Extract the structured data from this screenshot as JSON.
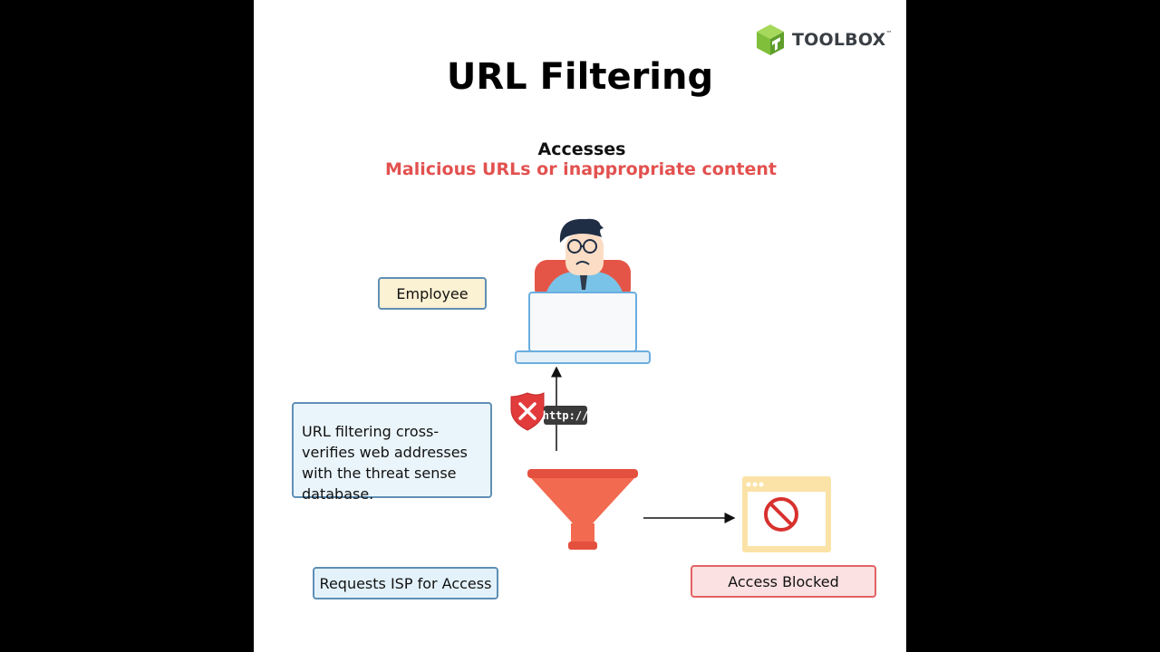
{
  "title": "URL Filtering",
  "logo": {
    "text": "TOOLBOX",
    "tm": "™"
  },
  "accesses": {
    "heading": "Accesses",
    "detail": "Malicious URLs or inappropriate content"
  },
  "labels": {
    "employee": "Employee",
    "info": "URL filtering cross-verifies web addresses with the threat sense database.",
    "request": "Requests ISP for Access",
    "blocked": "Access Blocked",
    "http": "http://"
  },
  "colors": {
    "accent_red": "#e2514f",
    "box_border_blue": "#5f8fb4",
    "funnel": "#f0654e",
    "logo_green": "#8cc63f"
  }
}
